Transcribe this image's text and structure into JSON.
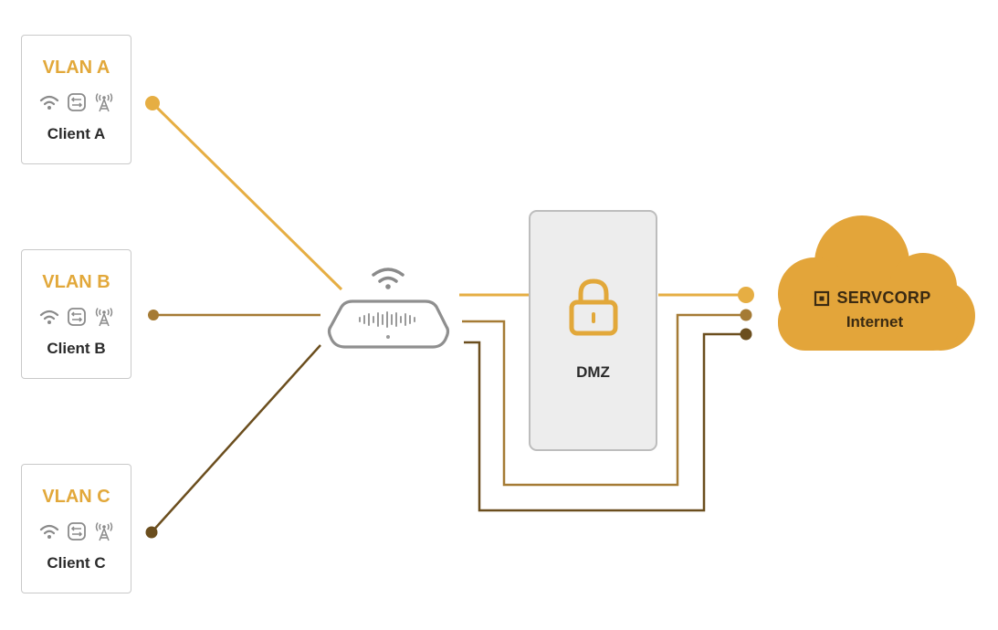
{
  "vlans": [
    {
      "title": "VLAN A",
      "client": "Client A",
      "icons": [
        "wifi-icon",
        "switch-icon",
        "cell-tower-icon"
      ]
    },
    {
      "title": "VLAN B",
      "client": "Client B",
      "icons": [
        "wifi-icon",
        "switch-icon",
        "cell-tower-icon"
      ]
    },
    {
      "title": "VLAN C",
      "client": "Client C",
      "icons": [
        "wifi-icon",
        "switch-icon",
        "cell-tower-icon"
      ]
    }
  ],
  "dmz": {
    "label": "DMZ",
    "icon": "lock-icon"
  },
  "router": {
    "icon": "wifi-router-icon"
  },
  "cloud": {
    "brand": "SERVCORP",
    "label": "Internet",
    "icon": "cloud-icon"
  },
  "colors": {
    "vlan_a": "#e6ae43",
    "vlan_b": "#a57b35",
    "vlan_c": "#6b4e1e",
    "accent": "#e2a83a",
    "cloud": "#e3a53a",
    "dmz_bg": "#ededed",
    "border": "#c9c9c9"
  }
}
